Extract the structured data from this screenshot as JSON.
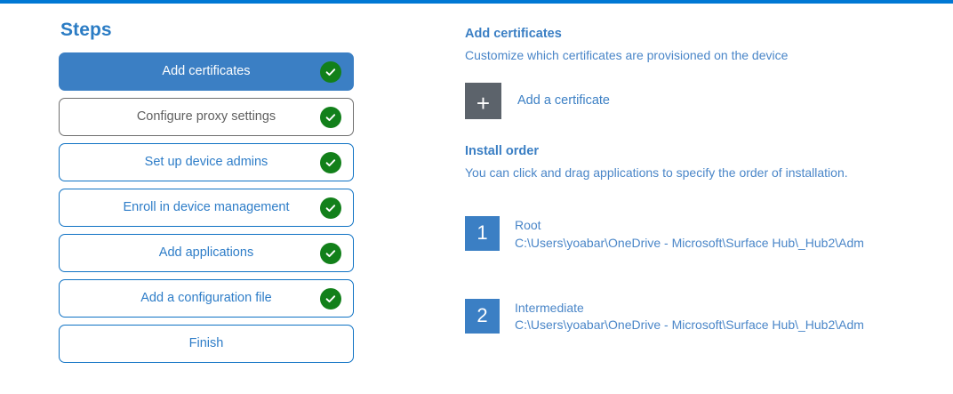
{
  "theme": {
    "accent_blue": "#0078d4",
    "step_selected_bg": "#3b7fc4",
    "link_blue": "#3b7fc4",
    "check_green": "#12801a",
    "tile_gray": "#5c636b"
  },
  "steps_panel": {
    "title": "Steps",
    "items": [
      {
        "label": "Add certificates",
        "state": "selected",
        "completed": true,
        "check_icon": "check-circle-icon"
      },
      {
        "label": "Configure proxy settings",
        "state": "muted",
        "completed": true,
        "check_icon": "check-circle-icon"
      },
      {
        "label": "Set up device admins",
        "state": "default",
        "completed": true,
        "check_icon": "check-circle-icon"
      },
      {
        "label": "Enroll in device management",
        "state": "default",
        "completed": true,
        "check_icon": "check-circle-icon"
      },
      {
        "label": "Add applications",
        "state": "default",
        "completed": true,
        "check_icon": "check-circle-icon"
      },
      {
        "label": "Add a configuration file",
        "state": "default",
        "completed": true,
        "check_icon": "check-circle-icon"
      },
      {
        "label": "Finish",
        "state": "default",
        "completed": false,
        "check_icon": null
      }
    ]
  },
  "detail_panel": {
    "certificates": {
      "heading": "Add certificates",
      "description": "Customize which certificates are provisioned on the device",
      "add_button": {
        "icon": "plus-icon",
        "icon_glyph": "+",
        "label": "Add a certificate"
      }
    },
    "install_order": {
      "heading": "Install order",
      "description": "You can click and drag applications to specify the order of installation.",
      "items": [
        {
          "number": "1",
          "name": "Root",
          "path": "C:\\Users\\yoabar\\OneDrive - Microsoft\\Surface Hub\\_Hub2\\Adm"
        },
        {
          "number": "2",
          "name": "Intermediate",
          "path": "C:\\Users\\yoabar\\OneDrive - Microsoft\\Surface Hub\\_Hub2\\Adm"
        }
      ]
    }
  }
}
